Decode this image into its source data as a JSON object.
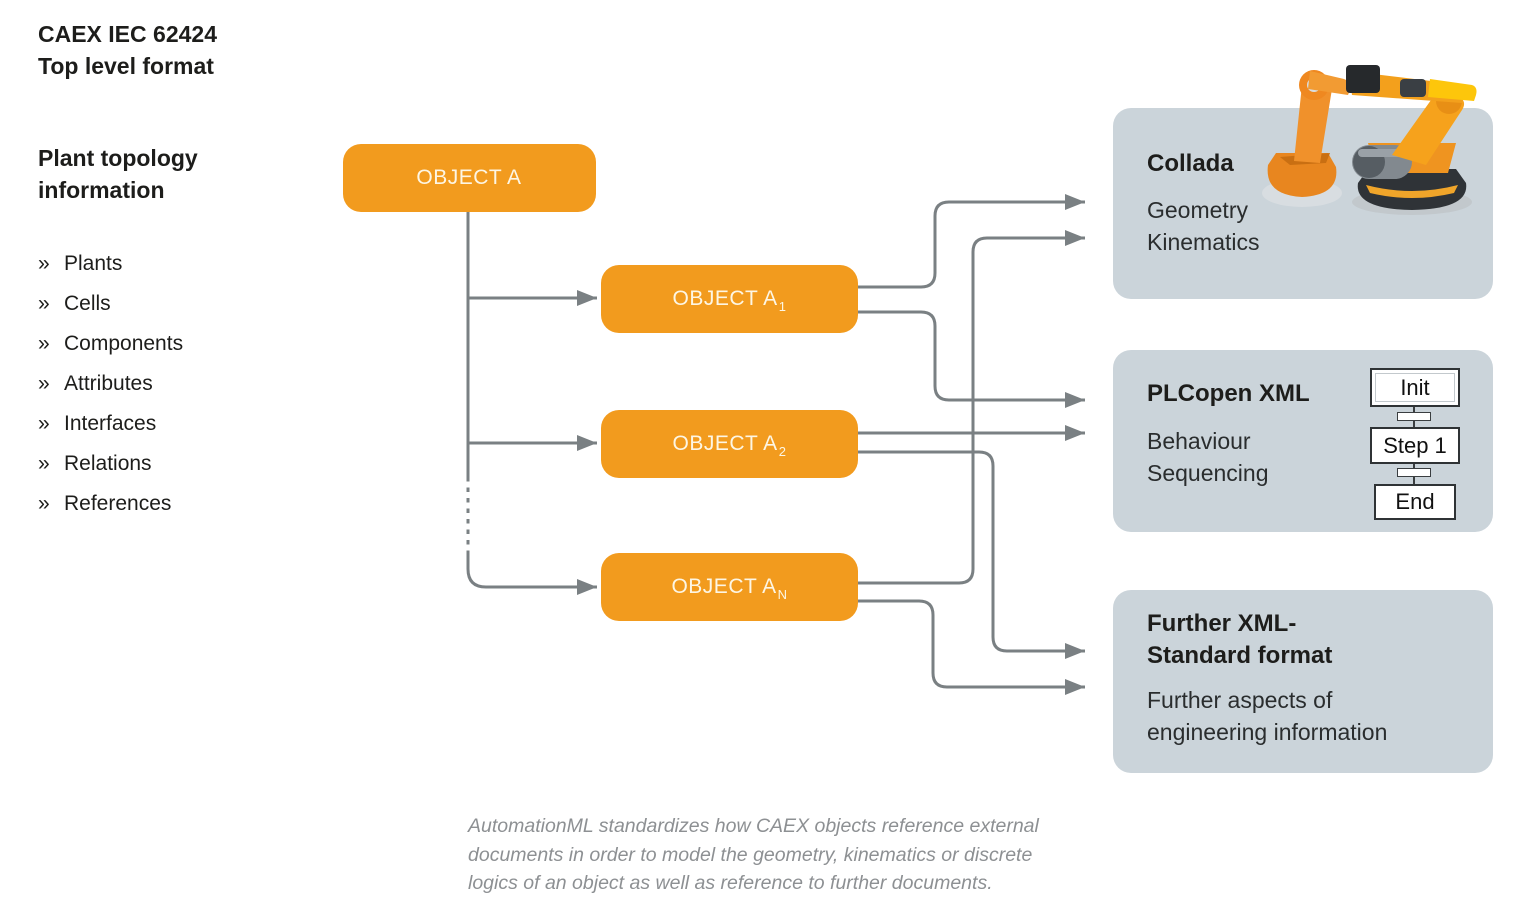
{
  "header": {
    "title_line1": "CAEX IEC 62424",
    "title_line2": "Top level format"
  },
  "left_panel": {
    "heading_line1": "Plant topology",
    "heading_line2": "information",
    "bullet": "»",
    "items": [
      "Plants",
      "Cells",
      "Components",
      "Attributes",
      "Interfaces",
      "Relations",
      "References"
    ]
  },
  "diagram": {
    "root": {
      "base": "OBJECT A",
      "sub": ""
    },
    "a1": {
      "base": "OBJECT A",
      "sub": "1"
    },
    "a2": {
      "base": "OBJECT A",
      "sub": "2"
    },
    "an": {
      "base": "OBJECT A",
      "sub": "N"
    }
  },
  "panels": {
    "collada": {
      "title": "Collada",
      "line1": "Geometry",
      "line2": "Kinematics"
    },
    "plcopen": {
      "title": "PLCopen XML",
      "line1": "Behaviour",
      "line2": "Sequencing",
      "sfc": {
        "init": "Init",
        "step": "Step 1",
        "end": "End"
      }
    },
    "further": {
      "title_line1": "Further XML-",
      "title_line2": "Standard format",
      "line1": "Further aspects of",
      "line2": "engineering information"
    }
  },
  "caption": {
    "line1": "AutomationML standardizes how CAEX objects reference external",
    "line2": "documents in order to model the geometry, kinematics or discrete",
    "line3": "logics of an object as well as reference to further documents."
  },
  "colors": {
    "orange": "#F29B1E",
    "panel_gray": "#CBD4DA",
    "line_gray": "#7A8083",
    "text_dark": "#1D1D1B",
    "box_text": "#FDF6E4",
    "caption_gray": "#8D9093"
  }
}
